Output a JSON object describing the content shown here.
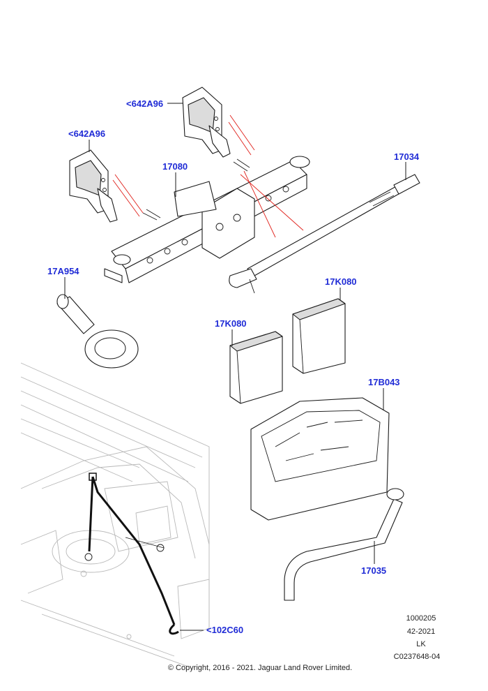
{
  "callouts": {
    "jack_bracket_upper": "<642A96",
    "jack_bracket_left": "<642A96",
    "jack": "17080",
    "jack_handle": "17034",
    "tow_eye": "17A954",
    "foam_block_right": "17K080",
    "foam_block_left": "17K080",
    "tool_tray": "17B043",
    "wheel_brace": "17035",
    "strap": "<102C60"
  },
  "meta": {
    "code": "1000205",
    "date": "42-2021",
    "initials": "LK",
    "image_id": "C0237648-04"
  },
  "copyright": "© Copyright, 2016 - 2021. Jaguar Land Rover Limited.",
  "colors": {
    "callout": "#1f2bd6",
    "guide_line": "#e0201a",
    "line_art": "#1a1a1a",
    "vehicle_outline": "#b8b8b8"
  }
}
